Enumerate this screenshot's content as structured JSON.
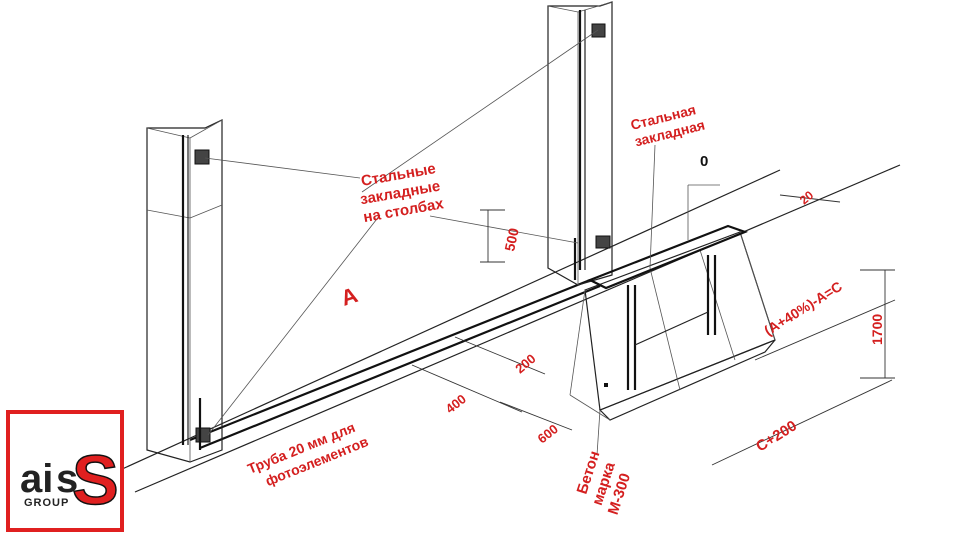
{
  "labels": {
    "steel_posts": [
      "Стальные",
      "закладные",
      "на столбах"
    ],
    "steel_embed": [
      "Стальная",
      "закладная"
    ],
    "zero": "0",
    "a": "A",
    "pipe": [
      "Труба 20 мм для",
      "фотоэлементов"
    ],
    "concrete": [
      "Бетон",
      "марка",
      "М-300"
    ],
    "formula": "(A+40%)-A=C",
    "c200": "C+200",
    "d1700": "1700",
    "d500": "500",
    "d200": "200",
    "d400": "400",
    "d600": "600",
    "d20": "20"
  },
  "logo": {
    "text_ai": "ai",
    "text_s1": "s",
    "text_s2": "S",
    "group": "GROUP"
  },
  "colors": {
    "label_red": "#d41f1f",
    "logo_red": "#e02020",
    "line": "#222222"
  }
}
